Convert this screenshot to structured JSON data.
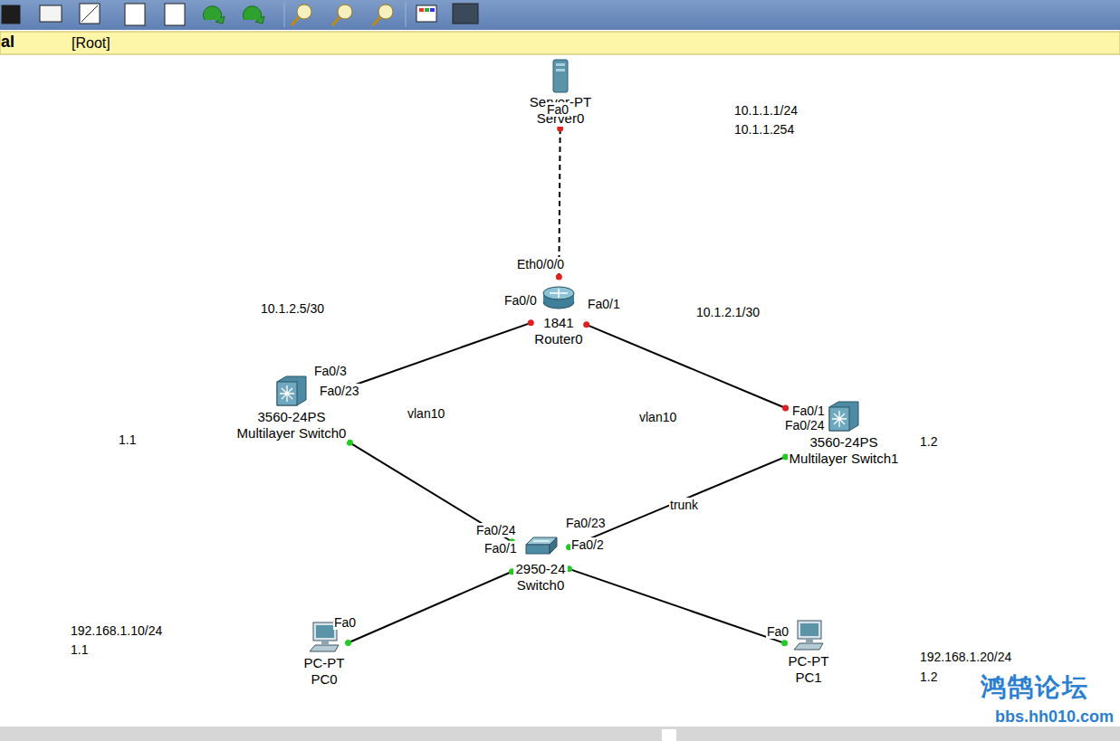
{
  "diagram": {
    "nodes": [
      {
        "text": [
          "Server-PT",
          "Server0"
        ]
      },
      {
        "text": [
          "1841",
          "Router0"
        ]
      },
      {
        "text": [
          "3560-24PS",
          "Multilayer Switch0"
        ]
      },
      {
        "text": [
          "3560-24PS",
          "Multilayer Switch1"
        ]
      },
      {
        "text": [
          "2950-24",
          "Switch0"
        ]
      },
      {
        "text": [
          "PC-PT",
          "PC0"
        ]
      },
      {
        "text": [
          "PC-PT",
          "PC1"
        ]
      }
    ],
    "edges": [
      {
        "from": 0,
        "to": 1,
        "arrow": "none"
      },
      {
        "from": 1,
        "to": 2,
        "arrow": "none"
      },
      {
        "from": 1,
        "to": 3,
        "arrow": "none"
      },
      {
        "from": 2,
        "to": 4,
        "arrow": "none"
      },
      {
        "from": 3,
        "to": 4,
        "arrow": "none"
      },
      {
        "from": 4,
        "to": 5,
        "arrow": "none"
      },
      {
        "from": 4,
        "to": 6,
        "arrow": "none"
      }
    ],
    "labels": [
      "al",
      "[Root]",
      "Fa0",
      "10.1.1.1/24",
      "10.1.1.254",
      "Eth0/0/0",
      "Fa0/0",
      "Fa0/1",
      "10.1.2.5/30",
      "10.1.2.1/30",
      "Fa0/3",
      "Fa0/23",
      "Fa0/1",
      "Fa0/24",
      "vlan10",
      "vlan10",
      "1.1",
      "1.2",
      "trunk",
      "Fa0/24",
      "Fa0/23",
      "Fa0/1",
      "Fa0/2",
      "Fa0",
      "Fa0",
      "192.168.1.10/24",
      "1.1",
      "192.168.1.20/24",
      "1.2",
      "鸿鹄论坛",
      "bbs.hh010.com"
    ]
  }
}
